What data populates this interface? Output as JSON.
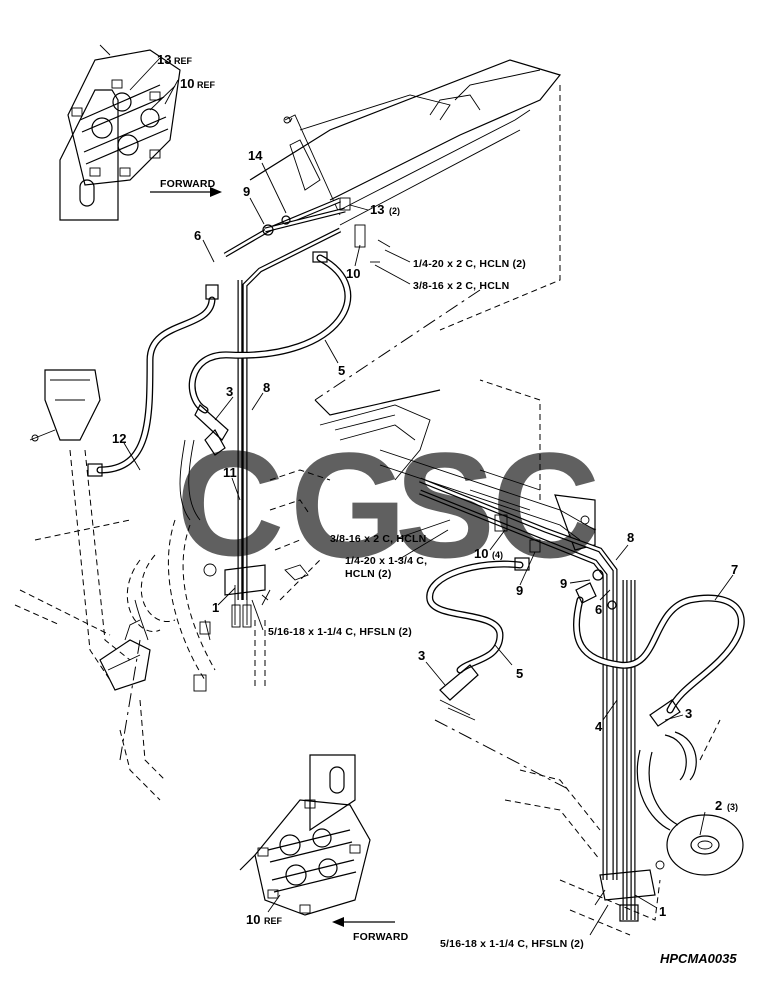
{
  "figure_id": "HPCMA0035",
  "watermark": {
    "letters": [
      "C",
      "G",
      "S",
      "C"
    ],
    "colors": [
      "#3d7ff0",
      "#f06a5e",
      "#f5c518",
      "#2fae6a"
    ]
  },
  "direction_labels": {
    "forward_top": "FORWARD",
    "forward_bottom": "FORWARD"
  },
  "callouts": {
    "c13ref_num": "13",
    "c13ref_sup": "REF",
    "c10ref_num": "10",
    "c10ref_sup": "REF",
    "c14": "14",
    "c9_top": "9",
    "c13_num": "13",
    "c13_sup": "(2)",
    "c6_top": "6",
    "c10_top": "10",
    "c5_top": "5",
    "c3_left": "3",
    "c8_left": "8",
    "c12": "12",
    "c11": "11",
    "c1_left": "1",
    "c10_mid_num": "10",
    "c10_mid_sup": "(4)",
    "c9_mid": "9",
    "c8_right": "8",
    "c7": "7",
    "c9_right": "9",
    "c6_right": "6",
    "c3_lower": "3",
    "c5_lower": "5",
    "c3_right": "3",
    "c4": "4",
    "c2_num": "2",
    "c2_sup": "(3)",
    "c1_right": "1",
    "c10_bottom_num": "10",
    "c10_bottom_sup": "REF"
  },
  "specs": {
    "s1": "1/4-20 x 2 C, HCLN (2)",
    "s2": "3/8-16 x 2 C, HCLN",
    "s3": "3/8-16 x 2 C, HCLN",
    "s4_line1": "1/4-20 x 1-3/4 C,",
    "s4_line2": "HCLN (2)",
    "s5": "5/16-18 x 1-1/4 C, HFSLN (2)",
    "s6": "5/16-18 x 1-1/4 C, HFSLN (2)"
  }
}
